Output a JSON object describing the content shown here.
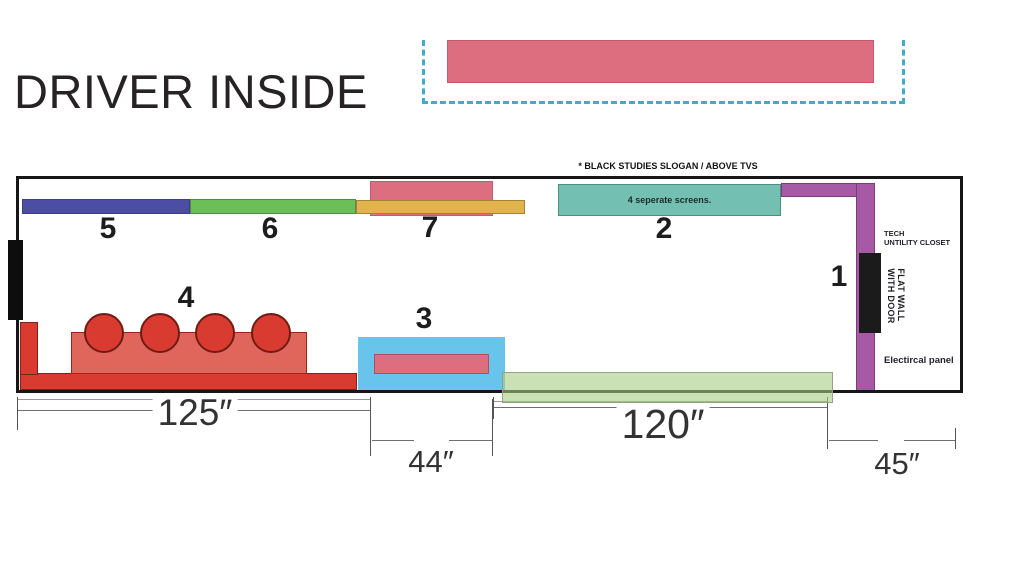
{
  "title": "DRIVER INSIDE",
  "plan": {
    "zone_labels": {
      "z1": "1",
      "z2": "2",
      "z3": "3",
      "z4": "4",
      "z5": "5",
      "z6": "6",
      "z7": "7"
    },
    "notes": {
      "slogan": "* BLACK STUDIES SLOGAN / ABOVE TVS",
      "screens": "4 seperate screens.",
      "tech_closet_line1": "TECH",
      "tech_closet_line2": "UNTILITY CLOSET",
      "flat_wall_line1": "FLAT WALL",
      "flat_wall_line2": "WITH DOOR",
      "electrical_panel": "Electircal panel"
    },
    "dimensions": {
      "d125": "125″",
      "d44": "44″",
      "d120": "120″",
      "d45": "45″"
    }
  },
  "colors": {
    "banner_pink": "#DD6E80",
    "dashed_border": "#45A9CB",
    "bar_blue": "#4C4DA4",
    "bar_green": "#6CBE59",
    "bar_yellow": "#E2B34B",
    "screens_teal": "#73C0B3",
    "wall_purple": "#A65AA6",
    "couch_red": "#D93B31",
    "couch_red_light": "#E0655A",
    "table_sky_blue": "#69C4EB",
    "bench_light_green": "#C9E2B2",
    "door_black": "#0D0D0D"
  }
}
